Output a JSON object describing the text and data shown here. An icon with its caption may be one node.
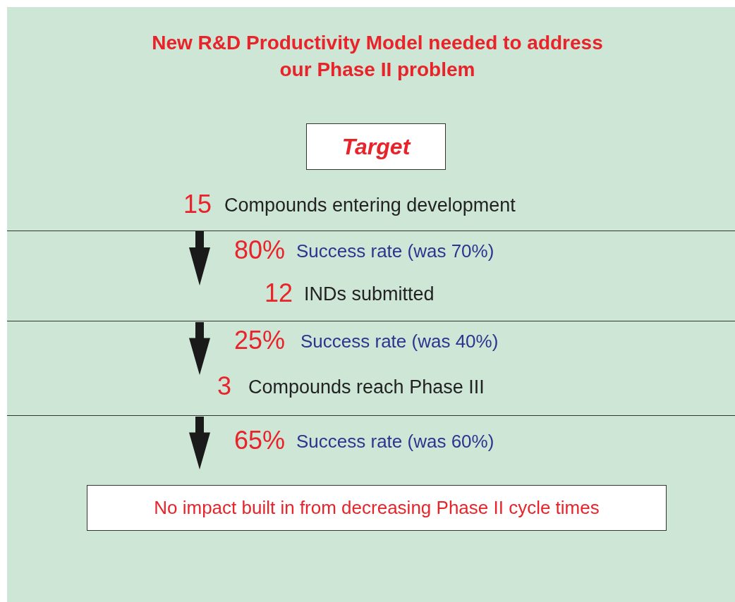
{
  "diagram": {
    "title": "New R&D Productivity Model needed to address our Phase II problem",
    "nodes": [
      {
        "text": [
          "Target"
        ]
      },
      {
        "text": [
          "No impact built in from decreasing Phase II cycle times"
        ]
      }
    ],
    "labels": [
      "15",
      "Compounds entering development",
      "80%",
      "Success rate (was 70%)",
      "12",
      "INDs submitted",
      "25%",
      "Success rate (was 40%)",
      "3",
      "Compounds reach Phase III",
      "65%",
      "Success rate (was 60%)"
    ]
  }
}
